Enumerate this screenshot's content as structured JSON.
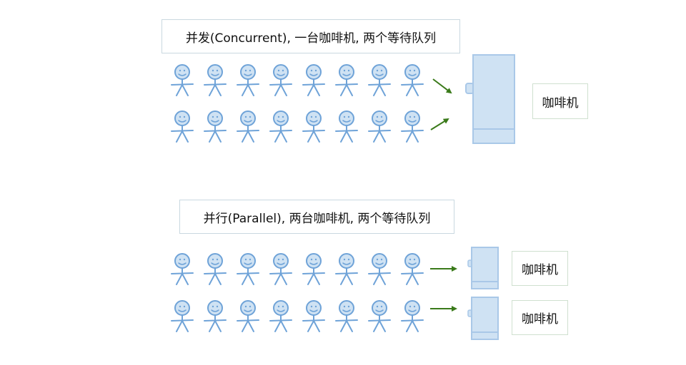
{
  "concurrent": {
    "title": "并发(Concurrent), 一台咖啡机, 两个等待队列",
    "machine_label": "咖啡机",
    "queues": 2,
    "people_per_queue": 8
  },
  "parallel": {
    "title": "并行(Parallel), 两台咖啡机, 两个等待队列",
    "machine_labels": [
      "咖啡机",
      "咖啡机"
    ],
    "queues": 2,
    "people_per_queue": 8
  },
  "colors": {
    "person": "#6fa3d8",
    "person_fill": "#cfe2f3",
    "machine": "#cfe2f3",
    "machine_stroke": "#a9c8e8",
    "arrow": "#3a7a1a"
  }
}
